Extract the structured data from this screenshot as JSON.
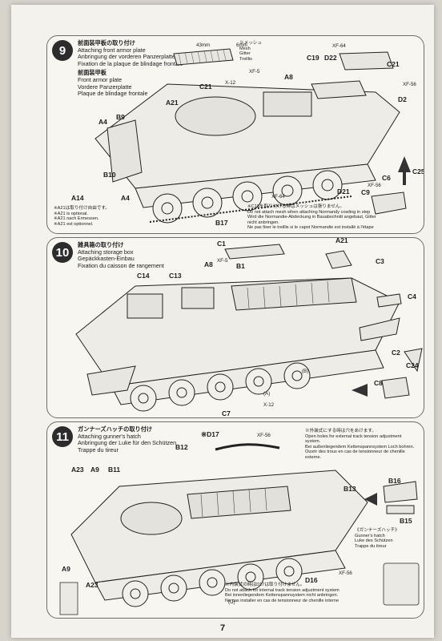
{
  "page_number": "7",
  "steps": [
    {
      "number": "9",
      "title_jp": "前面装甲板の取り付け",
      "title_en": "Attaching front armor plate",
      "title_de": "Anbringung der vorderen Panzerplatte",
      "title_fr": "Fixation de la plaque de blindage frontale",
      "sub_jp": "前面装甲板",
      "sub_en": "Front armor plate",
      "sub_de": "Vordere Panzerplatte",
      "sub_fr": "Plaque de blindage frontale",
      "mesh_jp": "※メッシュ",
      "mesh_en": "Mesh",
      "mesh_de": "Gitter",
      "mesh_fr": "Treillis",
      "dim_a": "43mm",
      "dim_b": "6mm",
      "opt_jp": "※A21は取り付け自由です。",
      "opt_en": "※A21 is optional.",
      "opt_de": "※A21 nach Ermessen.",
      "opt_fr": "※A21 est optionnel.",
      "c18_jp": "※C18を取り付ける時はメッシュは張りません。",
      "c18_en": "Do not attach mesh when attaching Normandy cowling in step",
      "c18_de": "Wird die Normandie-Abdeckung in Bauabschnitt angebaut, Gitter nicht anbringen.",
      "c18_fr": "Ne pas fixer le treillis si le capot Normandie est installé à l'étape",
      "labels": [
        "C19",
        "D22",
        "C21",
        "XF-64",
        "C21",
        "X-12",
        "XF-5",
        "A21",
        "A8",
        "D2",
        "XF-56",
        "B9",
        "A4",
        "B10",
        "A14",
        "A4",
        "XF-64",
        "D21",
        "C6",
        "C9",
        "C25",
        "B17",
        "XF-56"
      ]
    },
    {
      "number": "10",
      "title_jp": "雑具箱の取り付け",
      "title_en": "Attaching storage box",
      "title_de": "Gepäckkasten-Einbau",
      "title_fr": "Fixation du caisson de rangement",
      "labels": [
        "C1",
        "A21",
        "A8",
        "XF-5",
        "B1",
        "C3",
        "C14",
        "C13",
        "C4",
        "C2",
        "C24",
        "C8",
        "C7",
        "X-12",
        "(A)",
        "(B)"
      ]
    },
    {
      "number": "11",
      "title_jp": "ガンナーズハッチの取り付け",
      "title_en": "Attaching gunner's hatch",
      "title_de": "Anbringung der Luke für den Schützen",
      "title_fr": "Trappe du tireur",
      "ext_jp": "※外装式にする時は穴をあけます。",
      "ext_en": "Open holes for external track tension adjustment system.",
      "ext_de": "Bei außenliegendem Kettenspannsystem Loch bohren.",
      "ext_fr": "Ouvrir des trous en cas de tensionneur de chenille externe.",
      "int_jp": "※内装式の時はD17は取り付けません。",
      "int_en": "Do not attach for internal track tension adjustment system",
      "int_de": "Bei innenliegendem Kettenspannsystem nicht anbringen.",
      "int_fr": "Ne pas installer en cas de tensionneur de chenille interne",
      "hatch_jp": "《ガンナーズハッチ》",
      "hatch_en": "Gunner's hatch",
      "hatch_de": "Luke des Schützen",
      "hatch_fr": "Trappe du tireur",
      "labels": [
        "※D17",
        "XF-56",
        "B12",
        "A23",
        "A9",
        "B11",
        "B13",
        "B16",
        "B15",
        "A9",
        "A23",
        "D16",
        "XF-56",
        "(C)"
      ]
    }
  ],
  "colors": {
    "ink": "#1d1d1d",
    "paper": "#f4f2ec",
    "badge": "#2c2c2c"
  }
}
